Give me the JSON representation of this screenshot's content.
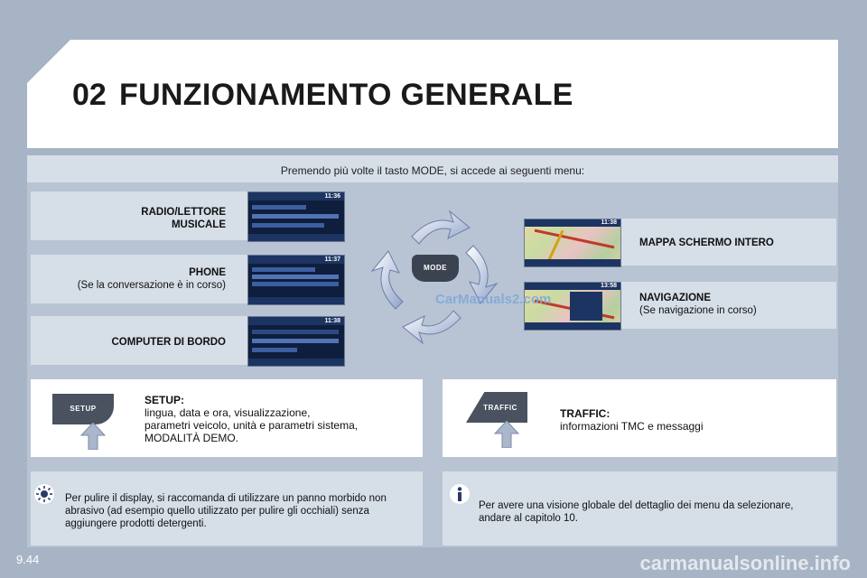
{
  "header": {
    "chapter": "02",
    "title": "FUNZIONAMENTO GENERALE"
  },
  "intro": "Premendo più volte il tasto MODE, si accede ai seguenti menu:",
  "menus_left": [
    {
      "title_line1": "RADIO/LETTORE",
      "title_line2": "MUSICALE",
      "subtitle": "",
      "screen_time": "11:36"
    },
    {
      "title_line1": "PHONE",
      "title_line2": "",
      "subtitle": "(Se la conversazione è in corso)",
      "screen_time": "11:37"
    },
    {
      "title_line1": "COMPUTER DI BORDO",
      "title_line2": "",
      "subtitle": "",
      "screen_time": "11:38"
    }
  ],
  "menus_right": [
    {
      "title": "MAPPA SCHERMO INTERO",
      "subtitle": "",
      "screen_time": "11:38"
    },
    {
      "title": "NAVIGAZIONE",
      "subtitle": "(Se navigazione in corso)",
      "screen_time": "13:58"
    }
  ],
  "mode_key_label": "MODE",
  "watermark": "CarManuals2.com",
  "setup": {
    "key_label": "SETUP",
    "title": "SETUP:",
    "lines": [
      "lingua, data e ora, visualizzazione,",
      "parametri veicolo, unità e parametri sistema,",
      "MODALITÀ DEMO."
    ]
  },
  "traffic": {
    "key_label": "TRAFFIC",
    "title": "TRAFFIC:",
    "lines": [
      "informazioni TMC e messaggi"
    ]
  },
  "tip_left": {
    "lines": [
      "Per pulire il display, si raccomanda di utilizzare un panno morbido non",
      "abrasivo (ad esempio quello utilizzato per pulire gli occhiali) senza",
      "aggiungere prodotti detergenti."
    ]
  },
  "tip_right": {
    "lines": [
      "Per avere una visione globale del dettaglio dei menu da selezionare,",
      "andare al capitolo 10."
    ]
  },
  "page_number": "9.44",
  "footer_site": "carmanualsonline.info",
  "colors": {
    "background": "#a7b4c6",
    "panel": "#d6dee8",
    "accent": "#3a4a7a"
  }
}
